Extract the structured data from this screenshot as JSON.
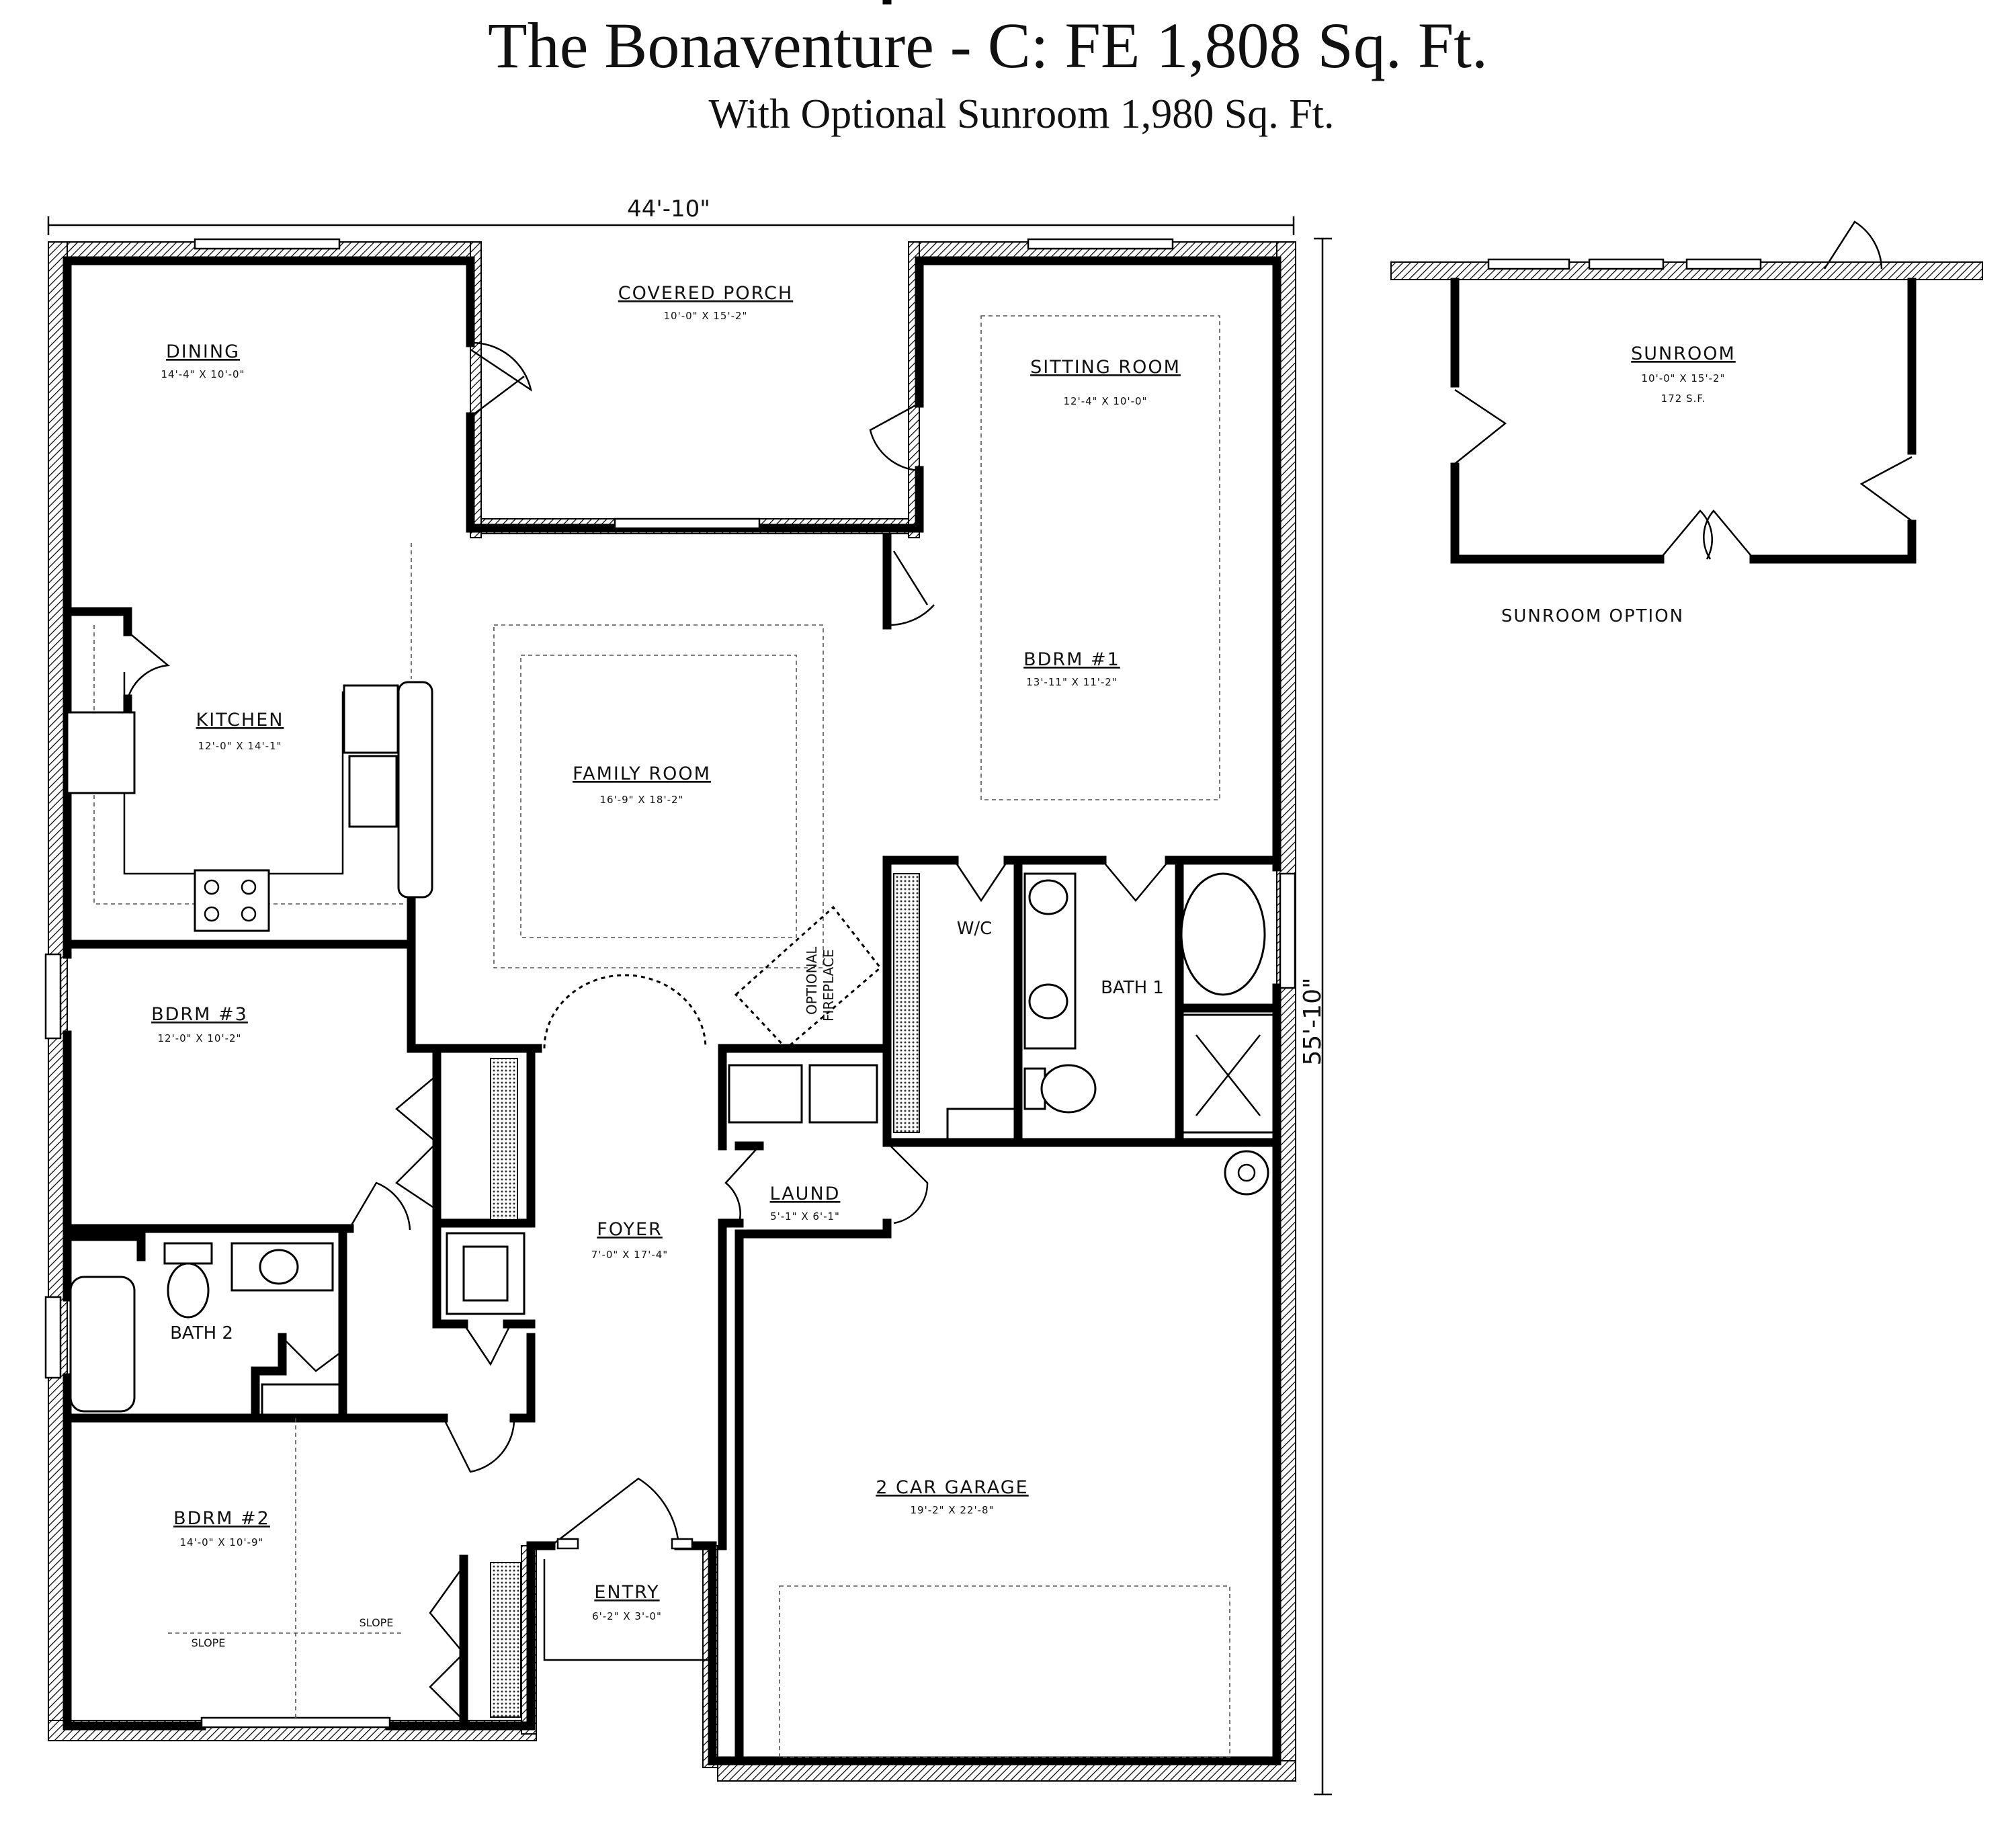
{
  "title": "The Bonaventure -  C: FE  1,808 Sq. Ft.",
  "subtitle": "With Optional Sunroom 1,980 Sq. Ft.",
  "dimensions": {
    "width": "44'-10\"",
    "depth": "55'-10\""
  },
  "rooms": {
    "dining": {
      "name": "DINING",
      "size": "14'-4\" X 10'-0\""
    },
    "covered_porch": {
      "name": "COVERED PORCH",
      "size": "10'-0\" X 15'-2\""
    },
    "sitting_room": {
      "name": "SITTING ROOM",
      "size": "12'-4\" X 10'-0\""
    },
    "bdrm1": {
      "name": "BDRM #1",
      "size": "13'-11\" X 11'-2\""
    },
    "kitchen": {
      "name": "KITCHEN",
      "size": "12'-0\" X 14'-1\""
    },
    "family_room": {
      "name": "FAMILY ROOM",
      "size": "16'-9\" X 18'-2\""
    },
    "wic": {
      "name": "W/C"
    },
    "bath1": {
      "name": "BATH 1"
    },
    "bdrm3": {
      "name": "BDRM #3",
      "size": "12'-0\" X 10'-2\""
    },
    "laund": {
      "name": "LAUND",
      "size": "5'-1\" X 6'-1\""
    },
    "foyer": {
      "name": "FOYER",
      "size": "7'-0\" X 17'-4\""
    },
    "bath2": {
      "name": "BATH 2"
    },
    "garage": {
      "name": "2 CAR GARAGE",
      "size": "19'-2\" X 22'-8\""
    },
    "bdrm2": {
      "name": "BDRM #2",
      "size": "14'-0\" X 10'-9\""
    },
    "entry": {
      "name": "ENTRY",
      "size": "6'-2\" X 3'-0\""
    }
  },
  "optional_fireplace": [
    "OPTIONAL",
    "FIREPLACE"
  ],
  "slope_labels": [
    "SLOPE",
    "SLOPE"
  ],
  "sunroom": {
    "name": "SUNROOM",
    "size": "10'-0\" X 15'-2\"",
    "area": "172 S.F.",
    "caption": "SUNROOM OPTION"
  }
}
